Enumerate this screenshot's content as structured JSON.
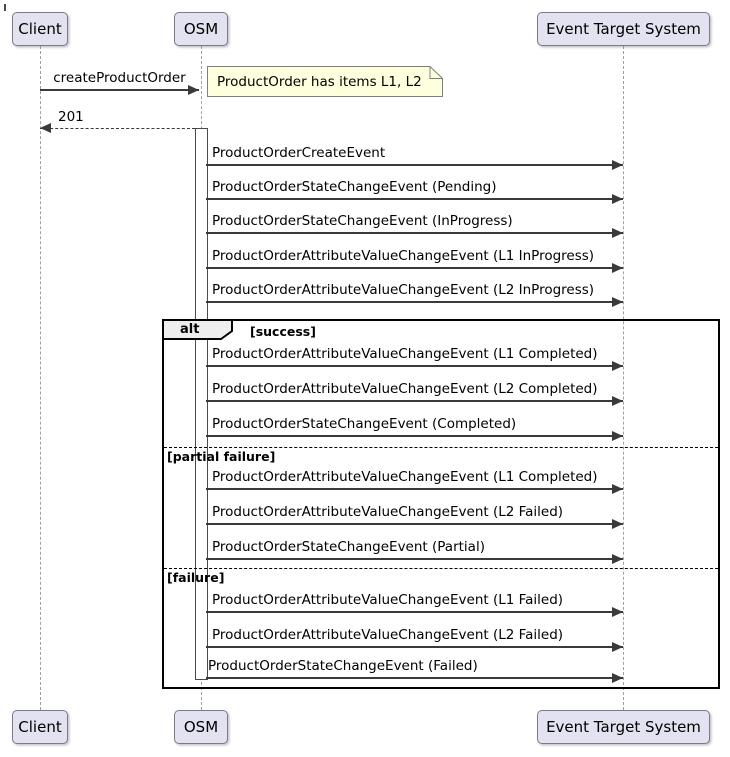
{
  "participants": {
    "client": "Client",
    "osm": "OSM",
    "ets": "Event Target System"
  },
  "note": "ProductOrder has items L1, L2",
  "messages": {
    "create": "createProductOrder",
    "reply": "201",
    "events": [
      "ProductOrderCreateEvent",
      "ProductOrderStateChangeEvent (Pending)",
      "ProductOrderStateChangeEvent (InProgress)",
      "ProductOrderAttributeValueChangeEvent (L1 InProgress)",
      "ProductOrderAttributeValueChangeEvent (L2 InProgress)"
    ]
  },
  "alt": {
    "operator": "alt",
    "sections": [
      {
        "guard": "[success]",
        "messages": [
          "ProductOrderAttributeValueChangeEvent (L1 Completed)",
          "ProductOrderAttributeValueChangeEvent (L2 Completed)",
          "ProductOrderStateChangeEvent (Completed)"
        ]
      },
      {
        "guard": "[partial failure]",
        "messages": [
          "ProductOrderAttributeValueChangeEvent (L1 Completed)",
          "ProductOrderAttributeValueChangeEvent (L2 Failed)",
          "ProductOrderStateChangeEvent (Partial)"
        ]
      },
      {
        "guard": "[failure]",
        "messages": [
          "ProductOrderAttributeValueChangeEvent (L1 Failed)",
          "ProductOrderAttributeValueChangeEvent (L2 Failed)",
          "ProductOrderStateChangeEvent (Failed)"
        ]
      }
    ]
  },
  "colors": {
    "participant_fill": "#E2E2F0",
    "note_fill": "#FEFFDD",
    "line": "#3a3a3a",
    "frame_border": "#000000"
  }
}
